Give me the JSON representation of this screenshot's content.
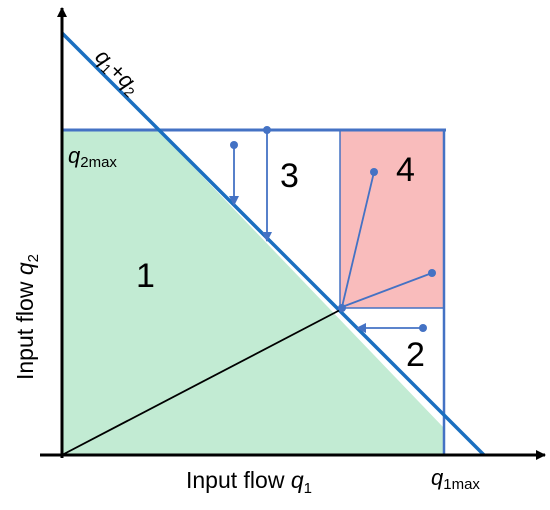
{
  "colors": {
    "feasible_region": "#c2ebd3",
    "region_4": "#f9bcbc",
    "blue_lines": "#4472c4",
    "diagonal": "#1b6fc0",
    "axes": "#000000"
  },
  "labels": {
    "y_axis_prefix": "Input flow ",
    "y_axis_var": "q",
    "y_axis_sub": "2",
    "x_axis_prefix": "Input flow ",
    "x_axis_var": "q",
    "x_axis_sub": "1",
    "q2max_var": "q",
    "q2max_sub": "2max",
    "q1max_var": "q",
    "q1max_sub": "1max",
    "diag_q1": "q",
    "diag_sub1": "1",
    "diag_plus": "+",
    "diag_q2": "q",
    "diag_sub2": "2"
  },
  "regions": {
    "r1": "1",
    "r2": "2",
    "r3": "3",
    "r4": "4"
  }
}
